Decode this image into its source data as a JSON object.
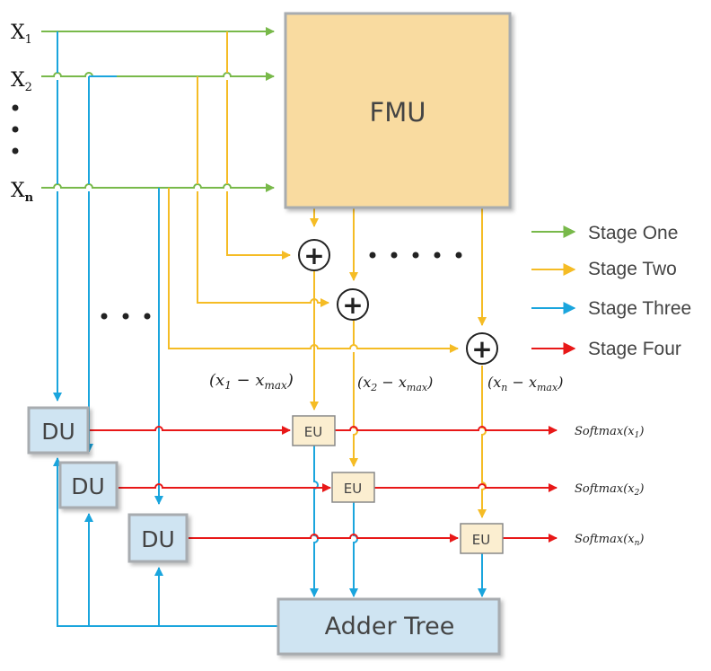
{
  "inputs": [
    {
      "base": "X",
      "sub": "1"
    },
    {
      "base": "X",
      "sub": "2"
    },
    {
      "base": "X",
      "sub": "n"
    }
  ],
  "blocks": {
    "fmu": "FMU",
    "du": "DU",
    "eu": "EU",
    "adder": "Adder Tree",
    "plus": "+"
  },
  "differences": [
    {
      "open": "(",
      "var": "x",
      "sub": "1",
      "minus": " − ",
      "var2": "x",
      "sub2": "max",
      "close": ")"
    },
    {
      "open": "(",
      "var": "x",
      "sub": "2",
      "minus": " − ",
      "var2": "x",
      "sub2": "max",
      "close": ")"
    },
    {
      "open": "(",
      "var": "x",
      "sub": "n",
      "minus": " − ",
      "var2": "x",
      "sub2": "max",
      "close": ")"
    }
  ],
  "outputs": [
    {
      "func": "Softmax",
      "open": "(",
      "var": "x",
      "sub": "1",
      "close": ")"
    },
    {
      "func": "Softmax",
      "open": "(",
      "var": "x",
      "sub": "2",
      "close": ")"
    },
    {
      "func": "Softmax",
      "open": "(",
      "var": "x",
      "sub": "n",
      "close": ")"
    }
  ],
  "legend": [
    {
      "label": "Stage One",
      "color": "#78b94a"
    },
    {
      "label": "Stage Two",
      "color": "#f5bc25"
    },
    {
      "label": "Stage Three",
      "color": "#1aa5dd"
    },
    {
      "label": "Stage Four",
      "color": "#e81818"
    }
  ],
  "colors": {
    "fmu_fill": "#f9dba0",
    "box_fill": "#cfe4f2",
    "eu_fill": "#fbeed0",
    "box_border": "#a8acb0"
  }
}
